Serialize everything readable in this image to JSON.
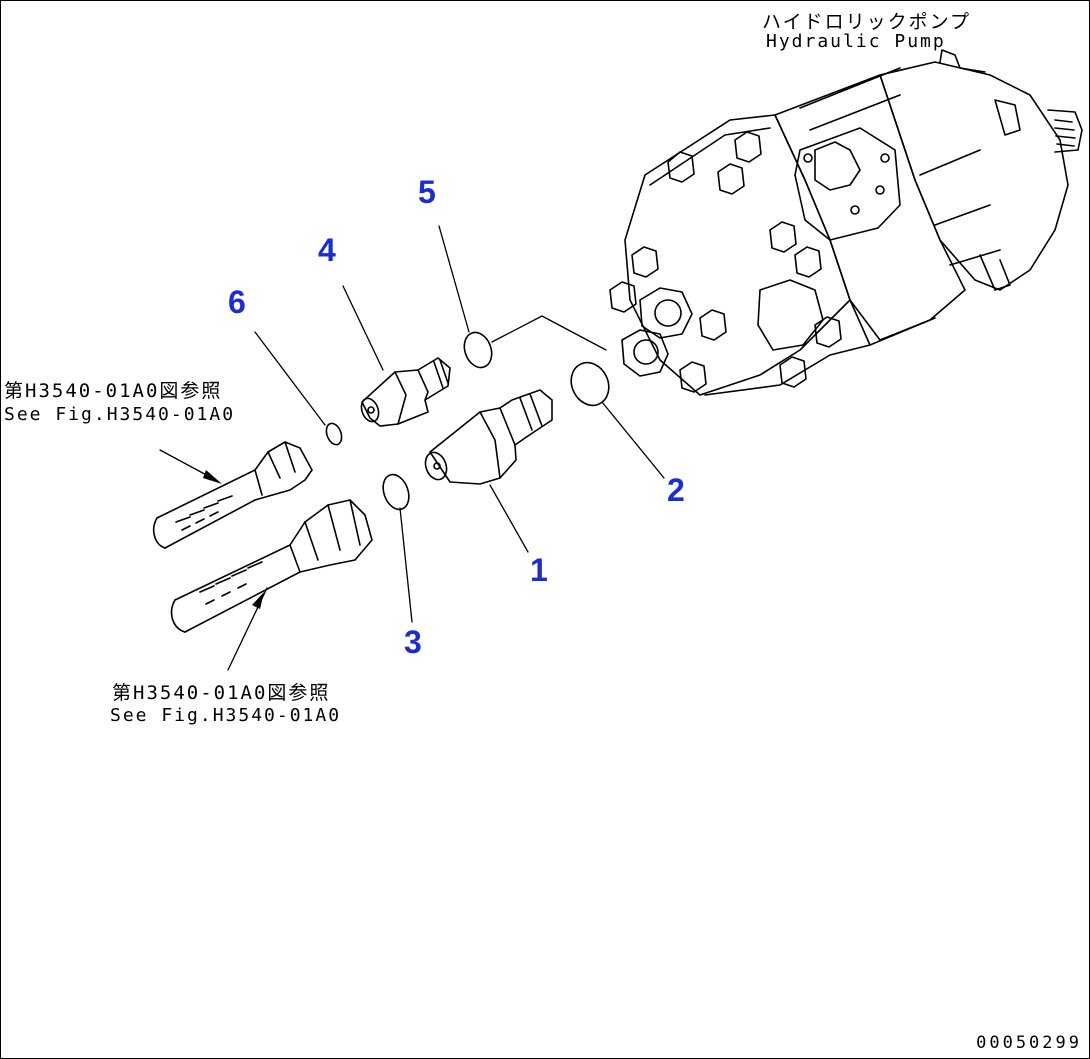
{
  "pump_label": {
    "jp": "ハイドロリックポンプ",
    "en": "Hydraulic Pump"
  },
  "ref_labels": [
    {
      "jp": "第H3540-01A0図参照",
      "en": "See Fig.H3540-01A0"
    },
    {
      "jp": "第H3540-01A0図参照",
      "en": "See Fig.H3540-01A0"
    }
  ],
  "callouts": [
    "1",
    "2",
    "3",
    "4",
    "5",
    "6"
  ],
  "drawing_code": "00050299",
  "colors": {
    "callout": "#1a2bd8",
    "line": "#000000"
  }
}
